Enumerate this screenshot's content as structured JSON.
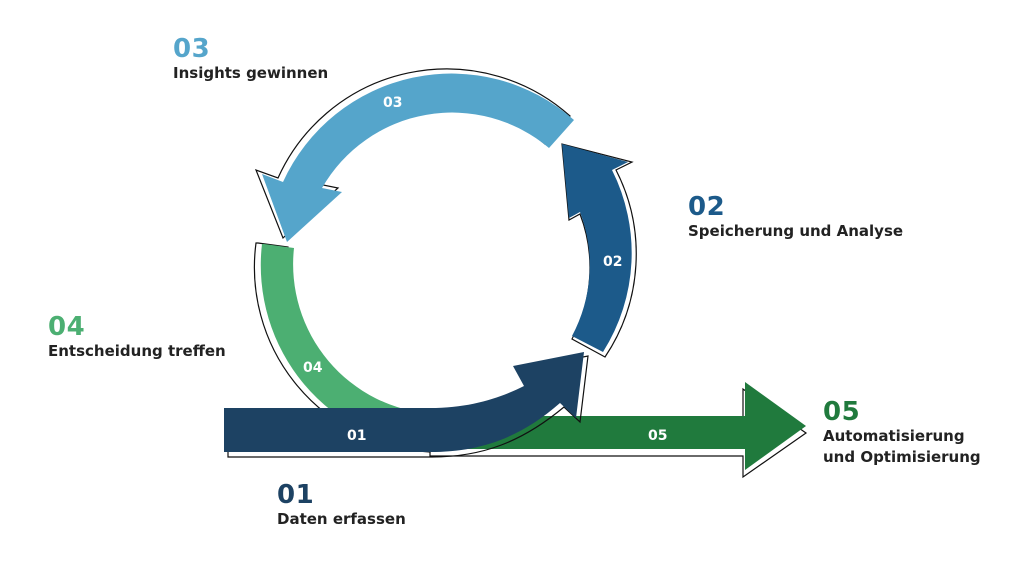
{
  "colors": {
    "step1": "#1d4263",
    "step2": "#1c5a8a",
    "step3": "#55a5cb",
    "step4": "#4caf72",
    "step5": "#207a3d",
    "text": "#222222"
  },
  "steps": [
    {
      "number": "01",
      "label": "Daten erfassen",
      "arrow_label": "01"
    },
    {
      "number": "02",
      "label": "Speicherung und Analyse",
      "arrow_label": "02"
    },
    {
      "number": "03",
      "label": "Insights gewinnen",
      "arrow_label": "03"
    },
    {
      "number": "04",
      "label": "Entscheidung treffen",
      "arrow_label": "04"
    },
    {
      "number": "05",
      "label_line1": "Automatisierung",
      "label_line2": "und Optimisierung",
      "arrow_label": "05"
    }
  ]
}
